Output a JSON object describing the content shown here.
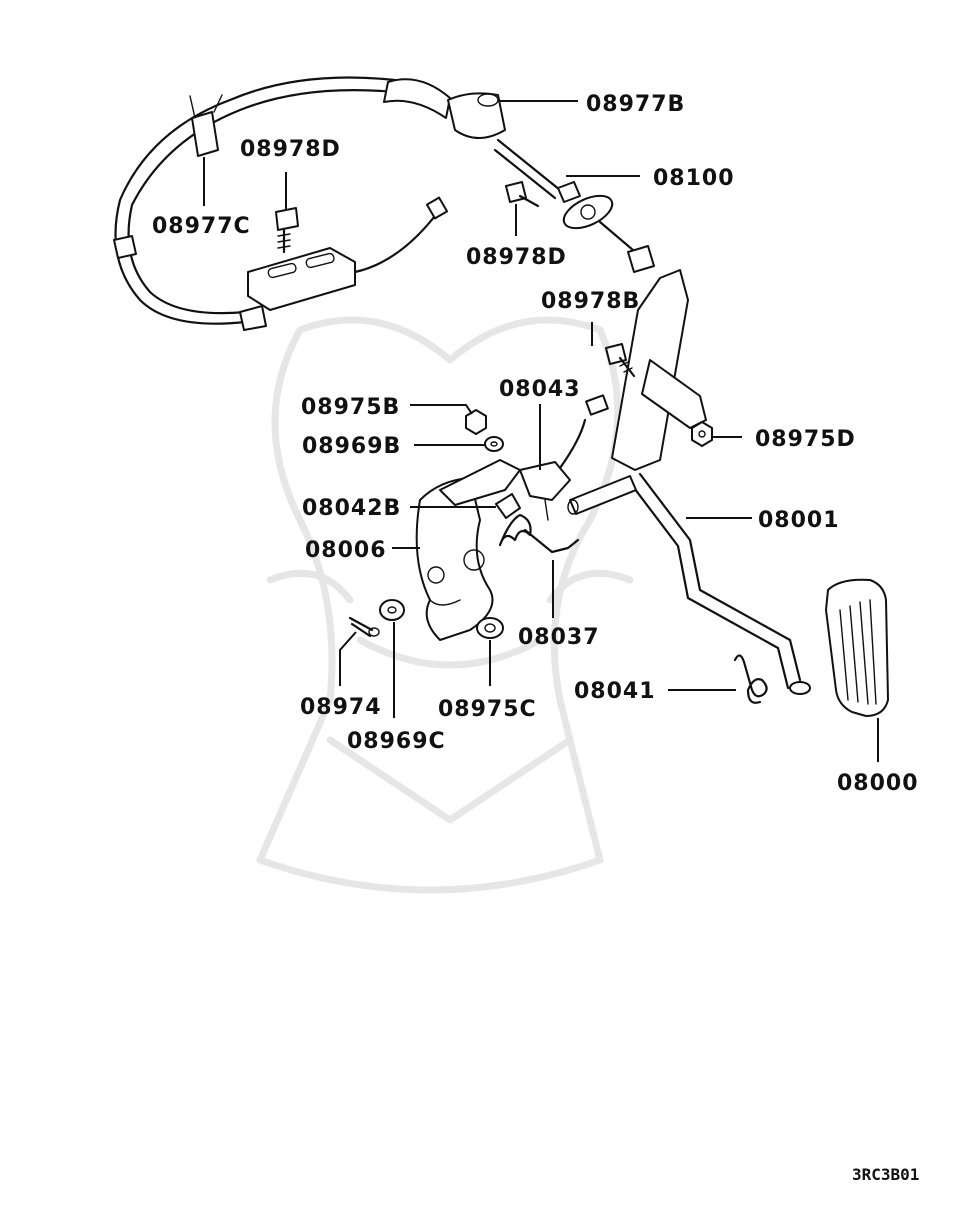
{
  "diagram_code": "3RC3B01",
  "labels": {
    "p08977B": "08977B",
    "p08978D_top": "08978D",
    "p08100": "08100",
    "p08977C": "08977C",
    "p08978D_mid": "08978D",
    "p08978B": "08978B",
    "p08975B": "08975B",
    "p08043": "08043",
    "p08969B": "08969B",
    "p08975D": "08975D",
    "p08042B": "08042B",
    "p08001": "08001",
    "p08006": "08006",
    "p08037": "08037",
    "p08974": "08974",
    "p08975C": "08975C",
    "p08041": "08041",
    "p08969C": "08969C",
    "p08000": "08000"
  }
}
